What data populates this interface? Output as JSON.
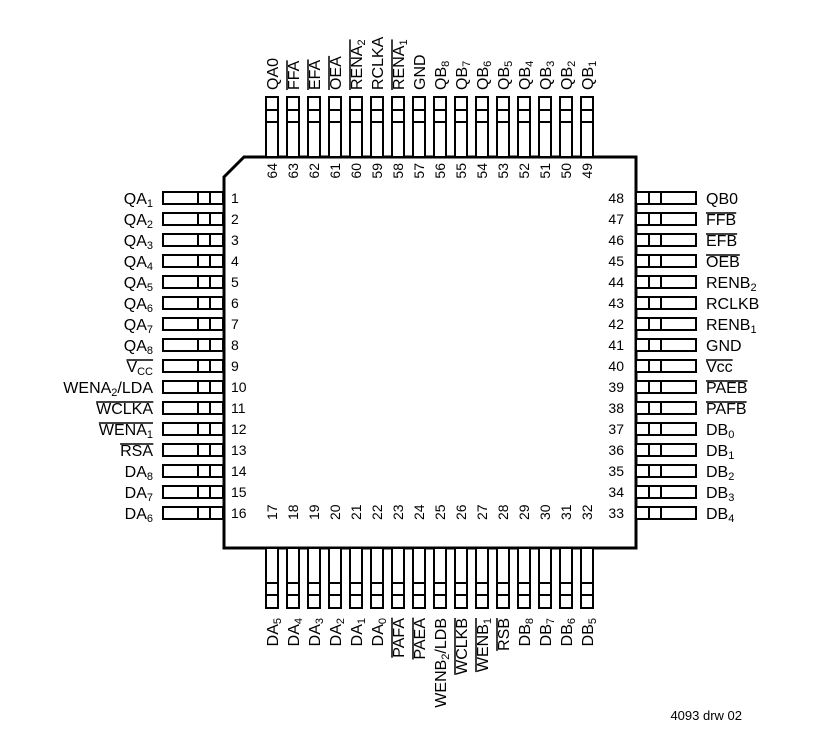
{
  "pins": {
    "left": [
      {
        "num": "1",
        "base": "QA",
        "sub": "1",
        "over": false
      },
      {
        "num": "2",
        "base": "QA",
        "sub": "2",
        "over": false
      },
      {
        "num": "3",
        "base": "QA",
        "sub": "3",
        "over": false
      },
      {
        "num": "4",
        "base": "QA",
        "sub": "4",
        "over": false
      },
      {
        "num": "5",
        "base": "QA",
        "sub": "5",
        "over": false
      },
      {
        "num": "6",
        "base": "QA",
        "sub": "6",
        "over": false
      },
      {
        "num": "7",
        "base": "QA",
        "sub": "7",
        "over": false
      },
      {
        "num": "8",
        "base": "QA",
        "sub": "8",
        "over": false
      },
      {
        "num": "9",
        "base": "V",
        "sub": "CC",
        "over": true
      },
      {
        "num": "10",
        "base": "WENA",
        "sub": "2",
        "tail": "/LDA",
        "over": false
      },
      {
        "num": "11",
        "base": "WCLKA",
        "over": true
      },
      {
        "num": "12",
        "base": "WENA",
        "sub": "1",
        "over": true
      },
      {
        "num": "13",
        "base": "RSA",
        "over": true
      },
      {
        "num": "14",
        "base": "DA",
        "sub": "8",
        "over": false
      },
      {
        "num": "15",
        "base": "DA",
        "sub": "7",
        "over": false
      },
      {
        "num": "16",
        "base": "DA",
        "sub": "6",
        "over": false
      }
    ],
    "right": [
      {
        "num": "48",
        "base": "QB0",
        "over": false
      },
      {
        "num": "47",
        "base": "FFB",
        "over": true
      },
      {
        "num": "46",
        "base": "EFB",
        "over": true
      },
      {
        "num": "45",
        "base": "OEB",
        "over": true
      },
      {
        "num": "44",
        "base": "RENB",
        "sub": "2",
        "over": false
      },
      {
        "num": "43",
        "base": "RCLKB",
        "over": false
      },
      {
        "num": "42",
        "base": "RENB",
        "sub": "1",
        "over": false
      },
      {
        "num": "41",
        "base": "GND",
        "over": false
      },
      {
        "num": "40",
        "base": "Vcc",
        "over": true
      },
      {
        "num": "39",
        "base": "PAEB",
        "over": true
      },
      {
        "num": "38",
        "base": "PAFB",
        "over": true
      },
      {
        "num": "37",
        "base": "DB",
        "sub": "0",
        "over": false
      },
      {
        "num": "36",
        "base": "DB",
        "sub": "1",
        "over": false
      },
      {
        "num": "35",
        "base": "DB",
        "sub": "2",
        "over": false
      },
      {
        "num": "34",
        "base": "DB",
        "sub": "3",
        "over": false
      },
      {
        "num": "33",
        "base": "DB",
        "sub": "4",
        "over": false
      }
    ],
    "top": [
      {
        "num": "64",
        "base": "QA0",
        "over": false
      },
      {
        "num": "63",
        "base": "FFA",
        "over": true
      },
      {
        "num": "62",
        "base": "EFA",
        "over": true
      },
      {
        "num": "61",
        "base": "OEA",
        "over": true
      },
      {
        "num": "60",
        "base": "RENA",
        "sub": "2",
        "over": true
      },
      {
        "num": "59",
        "base": "RCLKA",
        "over": false
      },
      {
        "num": "58",
        "base": "RENA",
        "sub": "1",
        "over": true
      },
      {
        "num": "57",
        "base": "GND",
        "over": false
      },
      {
        "num": "56",
        "base": "QB",
        "sub": "8",
        "over": false
      },
      {
        "num": "55",
        "base": "QB",
        "sub": "7",
        "over": false
      },
      {
        "num": "54",
        "base": "QB",
        "sub": "6",
        "over": false
      },
      {
        "num": "53",
        "base": "QB",
        "sub": "5",
        "over": false
      },
      {
        "num": "52",
        "base": "QB",
        "sub": "4",
        "over": false
      },
      {
        "num": "51",
        "base": "QB",
        "sub": "3",
        "over": false
      },
      {
        "num": "50",
        "base": "QB",
        "sub": "2",
        "over": false
      },
      {
        "num": "49",
        "base": "QB",
        "sub": "1",
        "over": false
      }
    ],
    "bottom": [
      {
        "num": "17",
        "base": "DA",
        "sub": "5",
        "over": false
      },
      {
        "num": "18",
        "base": "DA",
        "sub": "4",
        "over": false
      },
      {
        "num": "19",
        "base": "DA",
        "sub": "3",
        "over": false
      },
      {
        "num": "20",
        "base": "DA",
        "sub": "2",
        "over": false
      },
      {
        "num": "21",
        "base": "DA",
        "sub": "1",
        "over": false
      },
      {
        "num": "22",
        "base": "DA",
        "sub": "0",
        "over": false
      },
      {
        "num": "23",
        "base": "PAFA",
        "over": true
      },
      {
        "num": "24",
        "base": "PAEA",
        "over": true
      },
      {
        "num": "25",
        "base": "WENB",
        "sub": "2",
        "tail": "/LDB",
        "over": false
      },
      {
        "num": "26",
        "base": "WCLKB",
        "over": true
      },
      {
        "num": "27",
        "base": "WENB",
        "sub": "1",
        "over": true
      },
      {
        "num": "28",
        "base": "RSB",
        "over": true
      },
      {
        "num": "29",
        "base": "DB",
        "sub": "8",
        "over": false
      },
      {
        "num": "30",
        "base": "DB",
        "sub": "7",
        "over": false
      },
      {
        "num": "31",
        "base": "DB",
        "sub": "6",
        "over": false
      },
      {
        "num": "32",
        "base": "DB",
        "sub": "5",
        "over": false
      }
    ]
  },
  "drawing_ref": "4093 drw 02"
}
